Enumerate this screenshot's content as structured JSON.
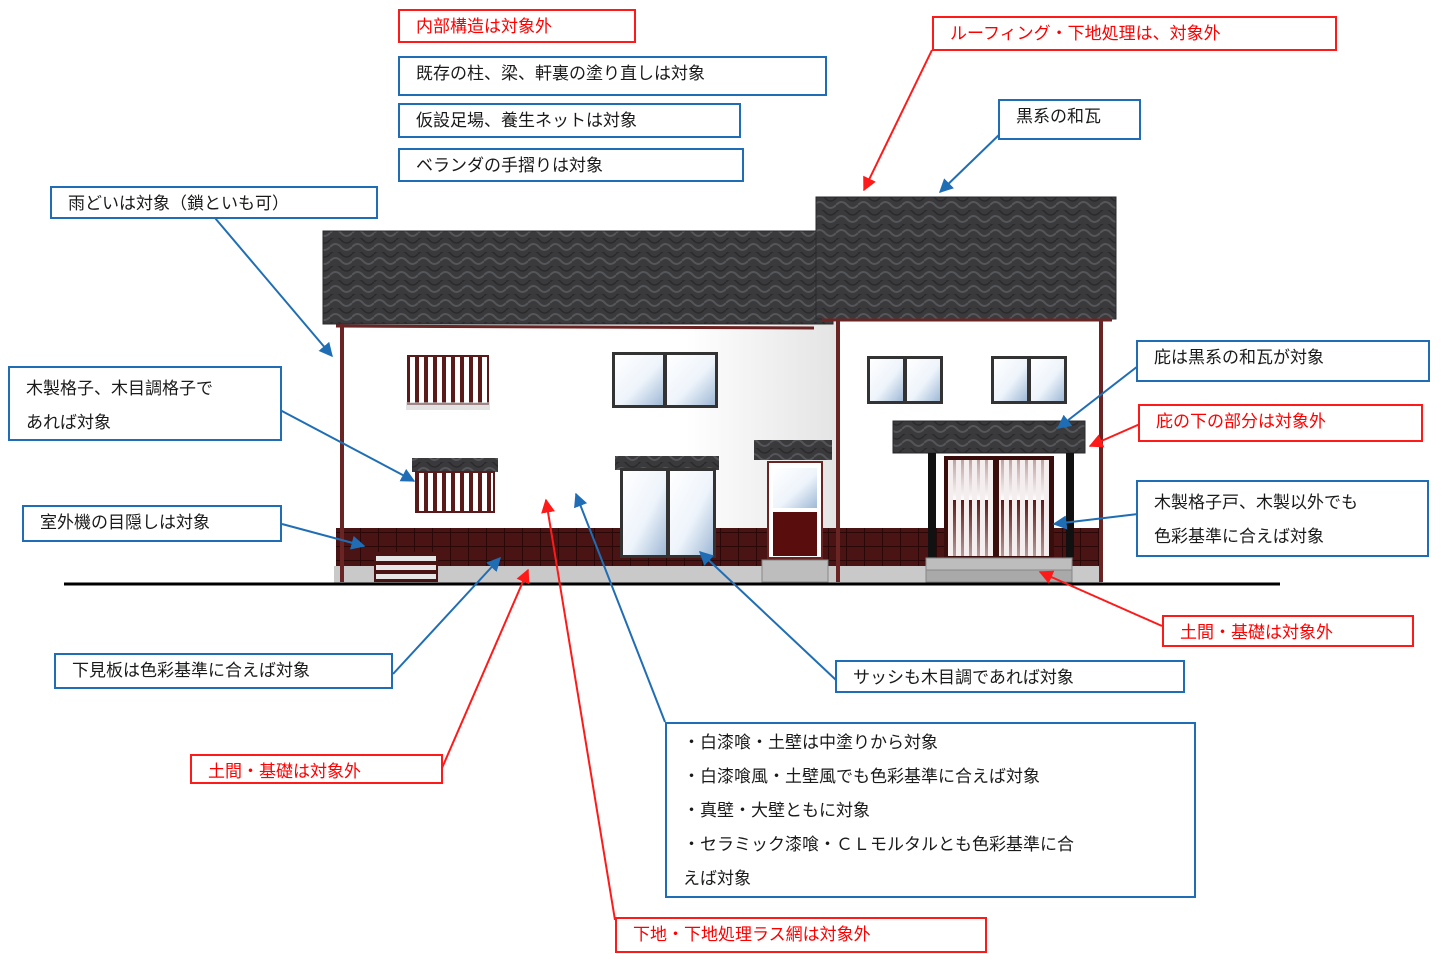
{
  "colors": {
    "blue": "#1f6eb5",
    "red": "#ff1a1a",
    "red_text": "#ff0000",
    "roof": "#3a3a3c",
    "base": "#4a1414",
    "ground": "#000000"
  },
  "labels": {
    "internal_structure": "内部構造は対象外",
    "repaint_pillars": "既存の柱、梁、軒裏の塗り直しは対象",
    "scaffold": "仮設足場、養生ネットは対象",
    "veranda": "ベランダの手摺りは対象",
    "gutter": "雨どいは対象（鎖といも可）",
    "roofing": "ルーフィング・下地処理は、対象外",
    "black_tile": "黒系の和瓦",
    "lattice": [
      "木製格子、木目調格子で",
      "あれば対象"
    ],
    "outdoor_unit": "室外機の目隠しは対象",
    "eave_tile": "庇は黒系の和瓦が対象",
    "under_eave": "庇の下の部分は対象外",
    "lattice_door": [
      "木製格子戸、木製以外でも",
      "色彩基準に合えば対象"
    ],
    "doma_right": "土間・基礎は対象外",
    "siding": "下見板は色彩基準に合えば対象",
    "sash": "サッシも木目調であれば対象",
    "doma_left": "土間・基礎は対象外",
    "plaster": [
      "・白漆喰・土壁は中塗りから対象",
      "・白漆喰風・土壁風でも色彩基準に合えば対象",
      "・真壁・大壁ともに対象",
      "・セラミック漆喰・ＣＬモルタルとも色彩基準に合",
      "えば対象"
    ],
    "lath": "下地・下地処理ラス網は対象外"
  }
}
